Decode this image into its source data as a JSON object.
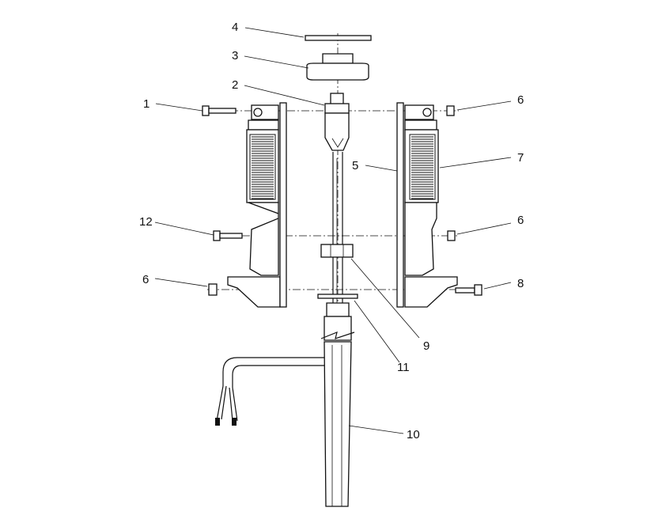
{
  "callouts": [
    {
      "id": "1",
      "label": "1"
    },
    {
      "id": "2",
      "label": "2"
    },
    {
      "id": "3",
      "label": "3"
    },
    {
      "id": "4",
      "label": "4"
    },
    {
      "id": "5",
      "label": "5"
    },
    {
      "id": "6a",
      "label": "6"
    },
    {
      "id": "6b",
      "label": "6"
    },
    {
      "id": "6c",
      "label": "6"
    },
    {
      "id": "7",
      "label": "7"
    },
    {
      "id": "8",
      "label": "8"
    },
    {
      "id": "9",
      "label": "9"
    },
    {
      "id": "10",
      "label": "10"
    },
    {
      "id": "11",
      "label": "11"
    },
    {
      "id": "12",
      "label": "12"
    }
  ]
}
